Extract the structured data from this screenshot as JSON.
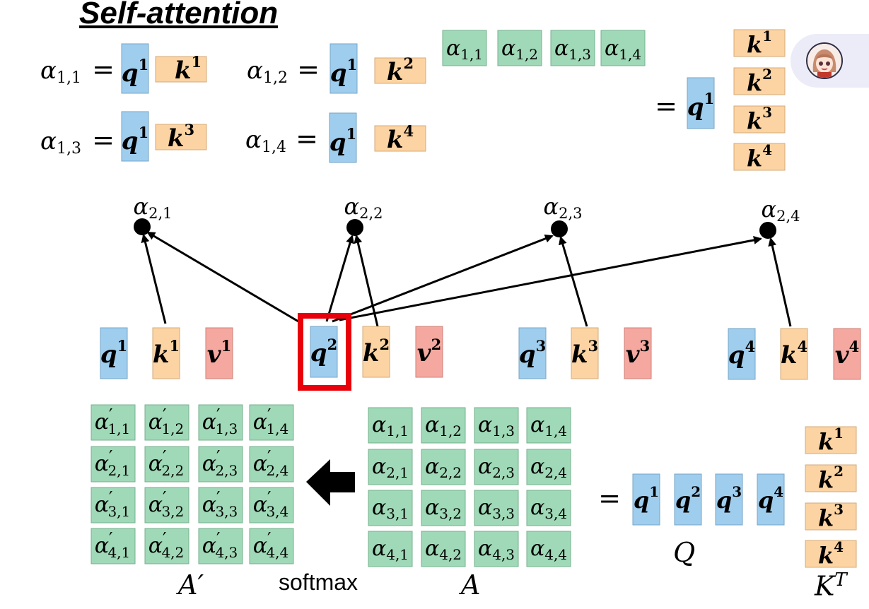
{
  "title": "Self-attention",
  "colors": {
    "query": "#9fcdee",
    "key": "#fcd3a2",
    "value": "#f5a8a0",
    "score": "#9fd9b7",
    "highlight": "#e8000b",
    "arrow": "#000000"
  },
  "tokens": {
    "q": [
      "q",
      "q",
      "q",
      "q"
    ],
    "k": [
      "k",
      "k",
      "k",
      "k"
    ],
    "v": [
      "v",
      "v",
      "v",
      "v"
    ],
    "sup": [
      "1",
      "2",
      "3",
      "4"
    ]
  },
  "alpha_symbol": "α",
  "equals": "=",
  "prime": "′",
  "top_equations": [
    {
      "score": "1,1",
      "query_sup": "1",
      "key_sup": "1"
    },
    {
      "score": "1,2",
      "query_sup": "1",
      "key_sup": "2"
    },
    {
      "score": "1,3",
      "query_sup": "1",
      "key_sup": "3"
    },
    {
      "score": "1,4",
      "query_sup": "1",
      "key_sup": "4"
    }
  ],
  "top_row_scores": [
    "1,1",
    "1,2",
    "1,3",
    "1,4"
  ],
  "target_scores": [
    "2,1",
    "2,2",
    "2,3",
    "2,4"
  ],
  "matrix_indices": [
    [
      "1,1",
      "1,2",
      "1,3",
      "1,4"
    ],
    [
      "2,1",
      "2,2",
      "2,3",
      "2,4"
    ],
    [
      "3,1",
      "3,2",
      "3,3",
      "3,4"
    ],
    [
      "4,1",
      "4,2",
      "4,3",
      "4,4"
    ]
  ],
  "labels": {
    "a_prime": "A",
    "a": "A",
    "q": "Q",
    "kt": "K",
    "kt_sup": "T",
    "softmax": "softmax"
  },
  "icons": {
    "arrow_left": "left-arrow-icon",
    "avatar": "avatar-icon"
  }
}
